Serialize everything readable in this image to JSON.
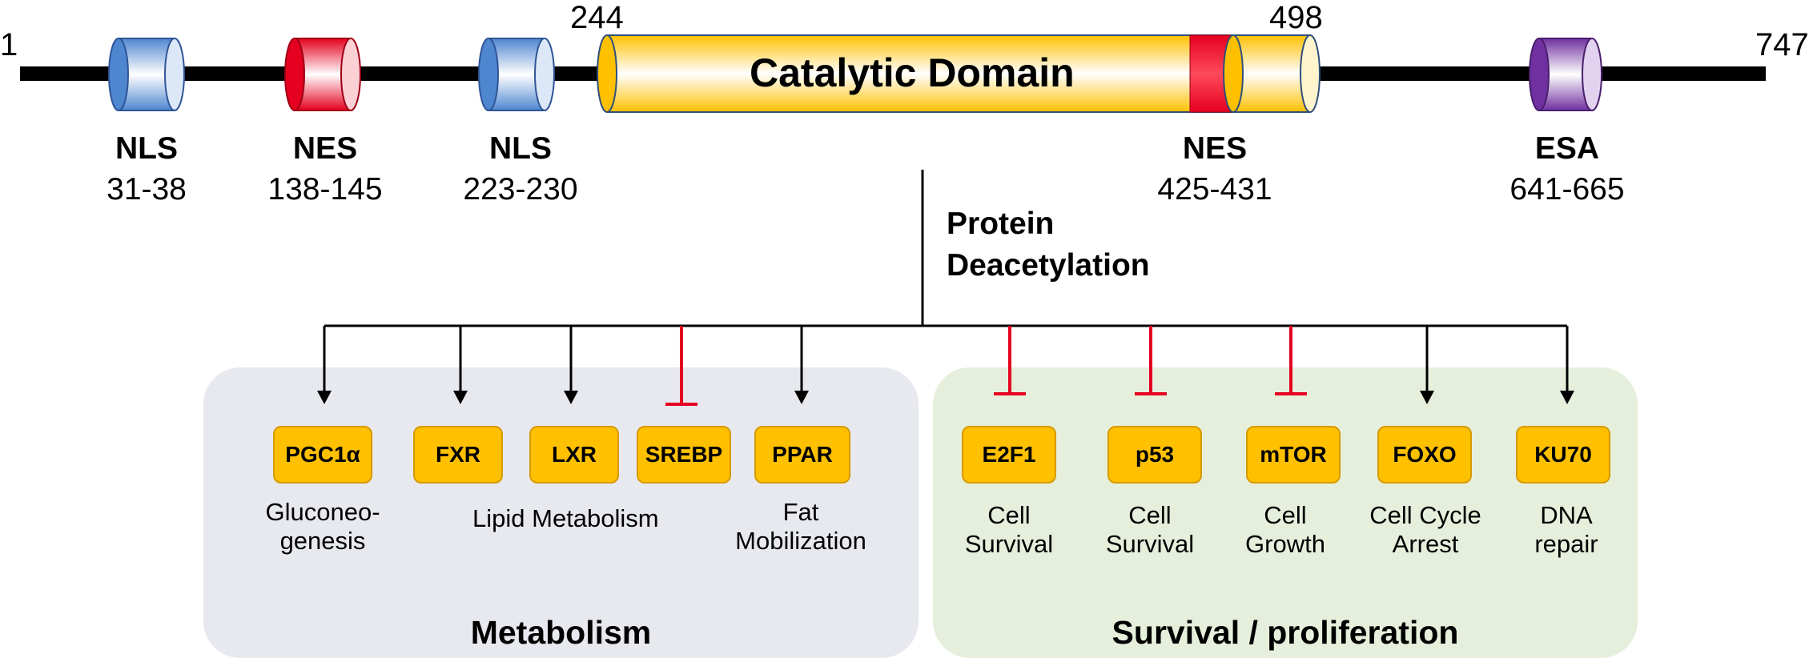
{
  "protein": {
    "start": "1",
    "end": "747",
    "catalytic": {
      "label": "Catalytic Domain",
      "start": "244",
      "end": "498"
    }
  },
  "domains": [
    {
      "name": "NLS",
      "range": "31-38"
    },
    {
      "name": "NES",
      "range": "138-145"
    },
    {
      "name": "NLS",
      "range": "223-230"
    },
    {
      "name": "NES",
      "range": "425-431"
    },
    {
      "name": "ESA",
      "range": "641-665"
    }
  ],
  "process": {
    "line1": "Protein",
    "line2": "Deacetylation"
  },
  "targets": [
    {
      "label": "PGC1α",
      "effect": "activate"
    },
    {
      "label": "FXR",
      "effect": "activate"
    },
    {
      "label": "LXR",
      "effect": "activate"
    },
    {
      "label": "SREBP",
      "effect": "inhibit"
    },
    {
      "label": "PPAR",
      "effect": "activate"
    },
    {
      "label": "E2F1",
      "effect": "inhibit"
    },
    {
      "label": "p53",
      "effect": "inhibit"
    },
    {
      "label": "mTOR",
      "effect": "inhibit"
    },
    {
      "label": "FOXO",
      "effect": "activate"
    },
    {
      "label": "KU70",
      "effect": "activate"
    }
  ],
  "functions": {
    "gluconeogenesis": {
      "line1": "Gluconeo-",
      "line2": "genesis"
    },
    "lipid_metabolism_1": "Lipid",
    "lipid_metabolism_2": "Metabolism",
    "fat_mobilization": {
      "line1": "Fat",
      "line2": "Mobilization"
    },
    "e2f1": {
      "line1": "Cell",
      "line2": "Survival"
    },
    "p53": {
      "line1": "Cell",
      "line2": "Survival"
    },
    "mtor": {
      "line1": "Cell",
      "line2": "Growth"
    },
    "foxo": {
      "line1": "Cell Cycle",
      "line2": "Arrest"
    },
    "ku70": {
      "line1": "DNA",
      "line2": "repair"
    }
  },
  "panels": {
    "metabolism": "Metabolism",
    "survival": "Survival / proliferation"
  },
  "colors": {
    "nls": "#4f86d0",
    "nes": "#e5001f",
    "esa": "#7030a0",
    "catalytic": "#ffc000",
    "target": "#ffc000",
    "activate": "#000000",
    "inhibit": "#e5001f",
    "metabolism_panel": "#e7e9ef",
    "survival_panel": "#e6efdc"
  }
}
